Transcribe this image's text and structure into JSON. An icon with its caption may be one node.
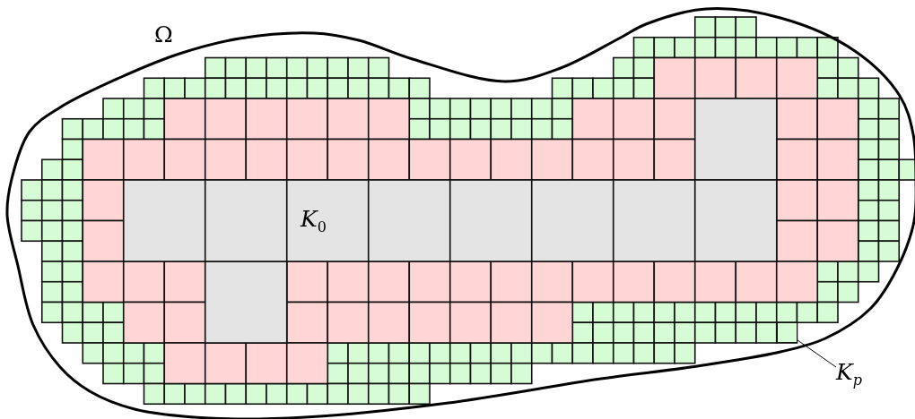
{
  "diagram": {
    "nodes": [
      {
        "text": [
          "K$_{p}$"
        ]
      },
      {
        "text": [],
        "shape": "box"
      }
    ],
    "edges": [
      {
        "from": 0,
        "to": 1,
        "arrow": "none"
      }
    ],
    "labels": [
      "Ω",
      "*K*$_{0}$"
    ]
  }
}
